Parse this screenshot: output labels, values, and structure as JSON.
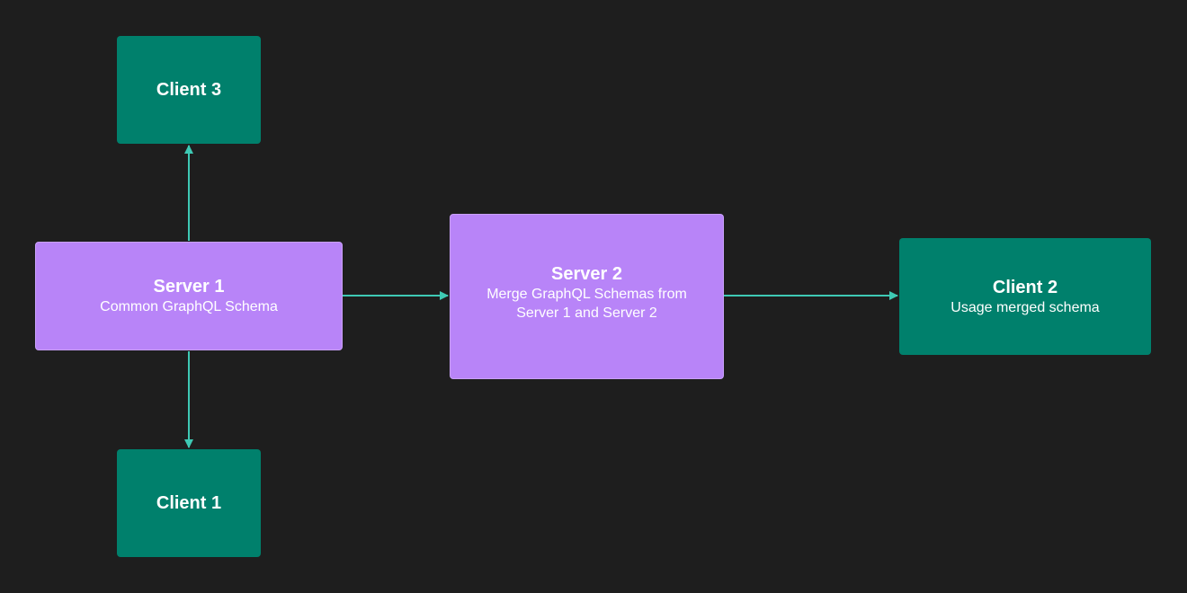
{
  "colors": {
    "background": "#1e1e1e",
    "client_fill": "#00806c",
    "server_fill": "#b884f8",
    "connector": "#3ec9b4",
    "text": "#ffffff"
  },
  "nodes": {
    "client_3": {
      "title": "Client 3"
    },
    "server_1": {
      "title": "Server 1",
      "subtitle": "Common GraphQL Schema"
    },
    "server_2": {
      "title": "Server 2",
      "subtitle": "Merge GraphQL Schemas from Server 1 and Server 2"
    },
    "client_2": {
      "title": "Client 2",
      "subtitle": "Usage merged schema"
    },
    "client_1": {
      "title": "Client 1"
    }
  },
  "edges": [
    {
      "from": "Server 1",
      "to": "Client 3"
    },
    {
      "from": "Server 1",
      "to": "Client 1"
    },
    {
      "from": "Server 1",
      "to": "Server 2"
    },
    {
      "from": "Server 2",
      "to": "Client 2"
    }
  ]
}
